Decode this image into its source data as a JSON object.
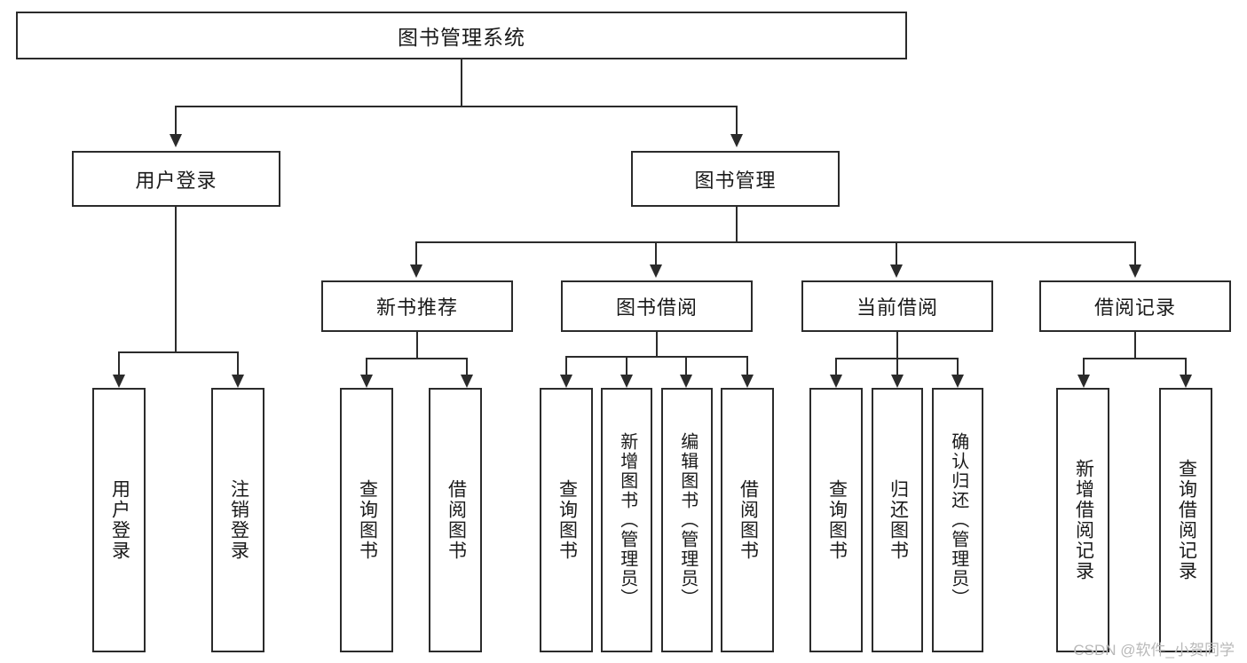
{
  "diagram": {
    "type": "tree",
    "title": "图书管理系统",
    "watermark": "CSDN @软件_小贺同学",
    "colors": {
      "stroke": "#2b2b2b",
      "fill": "#ffffff",
      "text": "#1a1a1a",
      "watermark": "#b9b9b9"
    },
    "levels": {
      "root": {
        "label": "图书管理系统"
      },
      "level2": [
        {
          "label": "用户登录"
        },
        {
          "label": "图书管理"
        }
      ],
      "level3": [
        {
          "label": "新书推荐"
        },
        {
          "label": "图书借阅"
        },
        {
          "label": "当前借阅"
        },
        {
          "label": "借阅记录"
        }
      ],
      "leaves": {
        "user_login": [
          {
            "label": "用户登录"
          },
          {
            "label": "注销登录"
          }
        ],
        "new_book_recommend": [
          {
            "label": "查询图书"
          },
          {
            "label": "借阅图书"
          }
        ],
        "book_borrow": [
          {
            "label": "查询图书"
          },
          {
            "label": "新增图书（管理员）"
          },
          {
            "label": "编辑图书（管理员）"
          },
          {
            "label": "借阅图书"
          }
        ],
        "current_borrow": [
          {
            "label": "查询图书"
          },
          {
            "label": "归还图书"
          },
          {
            "label": "确认归还（管理员）"
          }
        ],
        "borrow_record": [
          {
            "label": "新增借阅记录"
          },
          {
            "label": "查询借阅记录"
          }
        ]
      }
    }
  }
}
